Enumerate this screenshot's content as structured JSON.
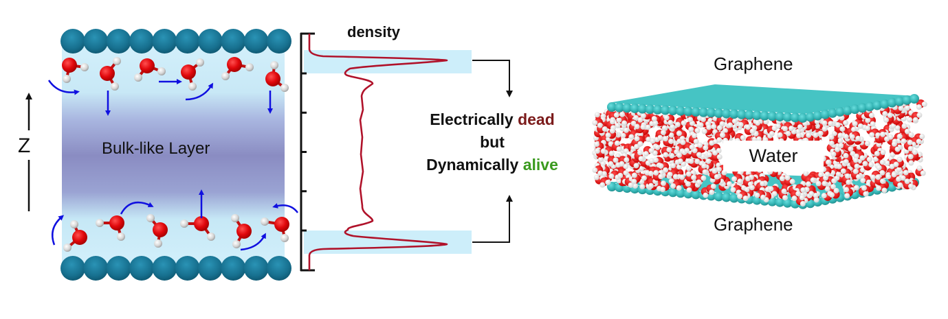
{
  "left_panel": {
    "axis_label": "Z",
    "bulk_label": "Bulk-like Layer",
    "top_wall": {
      "sphere_count": 10,
      "material": "graphene-wall"
    },
    "bottom_wall": {
      "sphere_count": 10,
      "material": "graphene-wall"
    },
    "top_interfacial_molecules": 6,
    "bottom_interfacial_molecules": 6,
    "colors": {
      "wall": "#1d7a99",
      "interface": "#cfeefa",
      "bulk": "#8a8cc2",
      "oxygen": "#e0080c",
      "hydrogen": "#d8d8d8",
      "motion_arrow": "#1010e0"
    }
  },
  "density_profile": {
    "label": "density",
    "tick_count": 5,
    "highlight_color": "#cdeefa",
    "curve_color": "#b0122a",
    "features": {
      "interfacial_peaks": 2,
      "peak_relative_height": 1.0,
      "secondary_peak_relative_height": 0.46,
      "bulk_plateau_relative_height": 0.38,
      "trough_relative_height": 0.27
    }
  },
  "claim": {
    "line1_prefix": "Electrically",
    "line1_highlight": "dead",
    "line2": "but",
    "line3_prefix": "Dynamically",
    "line3_highlight": "alive",
    "colors": {
      "dead": "#7b1b1b",
      "alive": "#3a9a1e"
    }
  },
  "simulation": {
    "top_label": "Graphene",
    "bottom_label": "Graphene",
    "water_label": "Water",
    "colors": {
      "graphene": "#3cbcbc",
      "oxygen": "#e01010",
      "hydrogen": "#ffffff"
    }
  }
}
